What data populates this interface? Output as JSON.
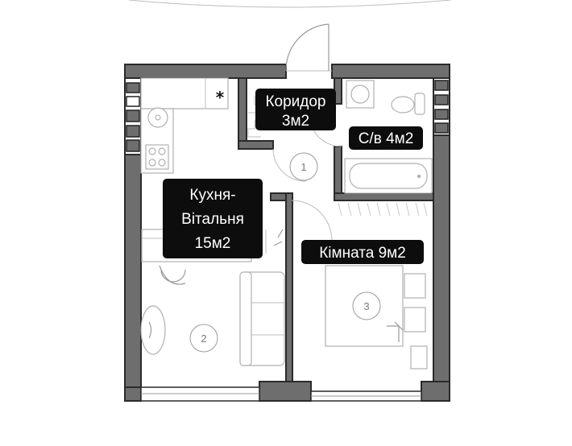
{
  "rooms": {
    "kitchen_living": {
      "line1": "Кухня-",
      "line2": "Вітальня",
      "line3": "15м2",
      "number": "2"
    },
    "corridor": {
      "line1": "Коридор",
      "line2": "3м2",
      "number": "1"
    },
    "bathroom": {
      "label": "С/в 4м2"
    },
    "bedroom": {
      "label": "Кімната 9м2",
      "number": "3"
    }
  },
  "marker": {
    "symbol": "*"
  },
  "icons": [
    "door-swing-icon",
    "toilet-icon",
    "washing-machine-icon",
    "bathtub-icon",
    "stove-icon",
    "sink-icon",
    "sofa-icon",
    "bed-icon",
    "table-icon",
    "staircase-icon"
  ]
}
